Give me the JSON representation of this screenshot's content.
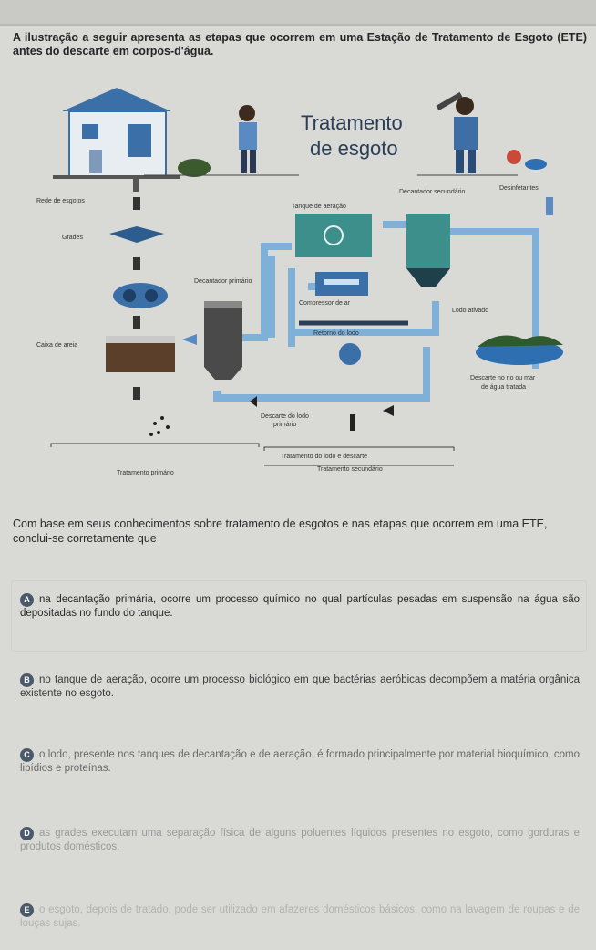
{
  "intro": "A ilustração a seguir apresenta as etapas que ocorrem em uma Estação de Tratamento de Esgoto (ETE) antes do descarte em corpos-d'água.",
  "figure": {
    "title_line1": "Tratamento",
    "title_line2": "de esgoto",
    "labels": {
      "rede": "Rede de esgotos",
      "grades": "Grades",
      "caixa": "Caixa de areia",
      "decantador_primario": "Decantador primário",
      "tanque_aeracao": "Tanque de aeração",
      "decantador_secundario": "Decantador secundário",
      "desinfetantes": "Desinfetantes",
      "compressor": "Compressor de ar",
      "retorno": "Retorno do lodo",
      "lodo_ativado": "Lodo ativado",
      "descarte_rio": "Descarte no rio ou mar",
      "agua_tratada": "de água tratada",
      "descarte_lodo": "Descarte do lodo",
      "primario": "primário",
      "tratamento_lodo": "Tratamento do lodo e descarte",
      "trat_primario": "Tratamento primário",
      "trat_secundario": "Tratamento secundário"
    }
  },
  "stem": "Com base em seus conhecimentos sobre tratamento de esgotos e nas etapas que ocorrem em uma ETE, conclui-se corretamente que",
  "options": [
    {
      "letter": "A",
      "text": "na decantação primária, ocorre um processo químico no qual partículas pesadas em suspensão na água são depositadas no fundo do tanque."
    },
    {
      "letter": "B",
      "text": "no tanque de aeração, ocorre um processo biológico em que bactérias aeróbicas decompõem a matéria orgânica existente no esgoto."
    },
    {
      "letter": "C",
      "text": "o lodo, presente nos tanques de decantação e de aeração, é formado principalmente por material bioquímico, como lipídios e proteínas."
    },
    {
      "letter": "D",
      "text": "as grades executam uma separação física de alguns poluentes líquidos presentes no esgoto, como gorduras e produtos domésticos."
    },
    {
      "letter": "E",
      "text": "o esgoto, depois de tratado, pode ser utilizado em afazeres domésticos básicos, como na lavagem de roupas e de louças sujas."
    }
  ]
}
